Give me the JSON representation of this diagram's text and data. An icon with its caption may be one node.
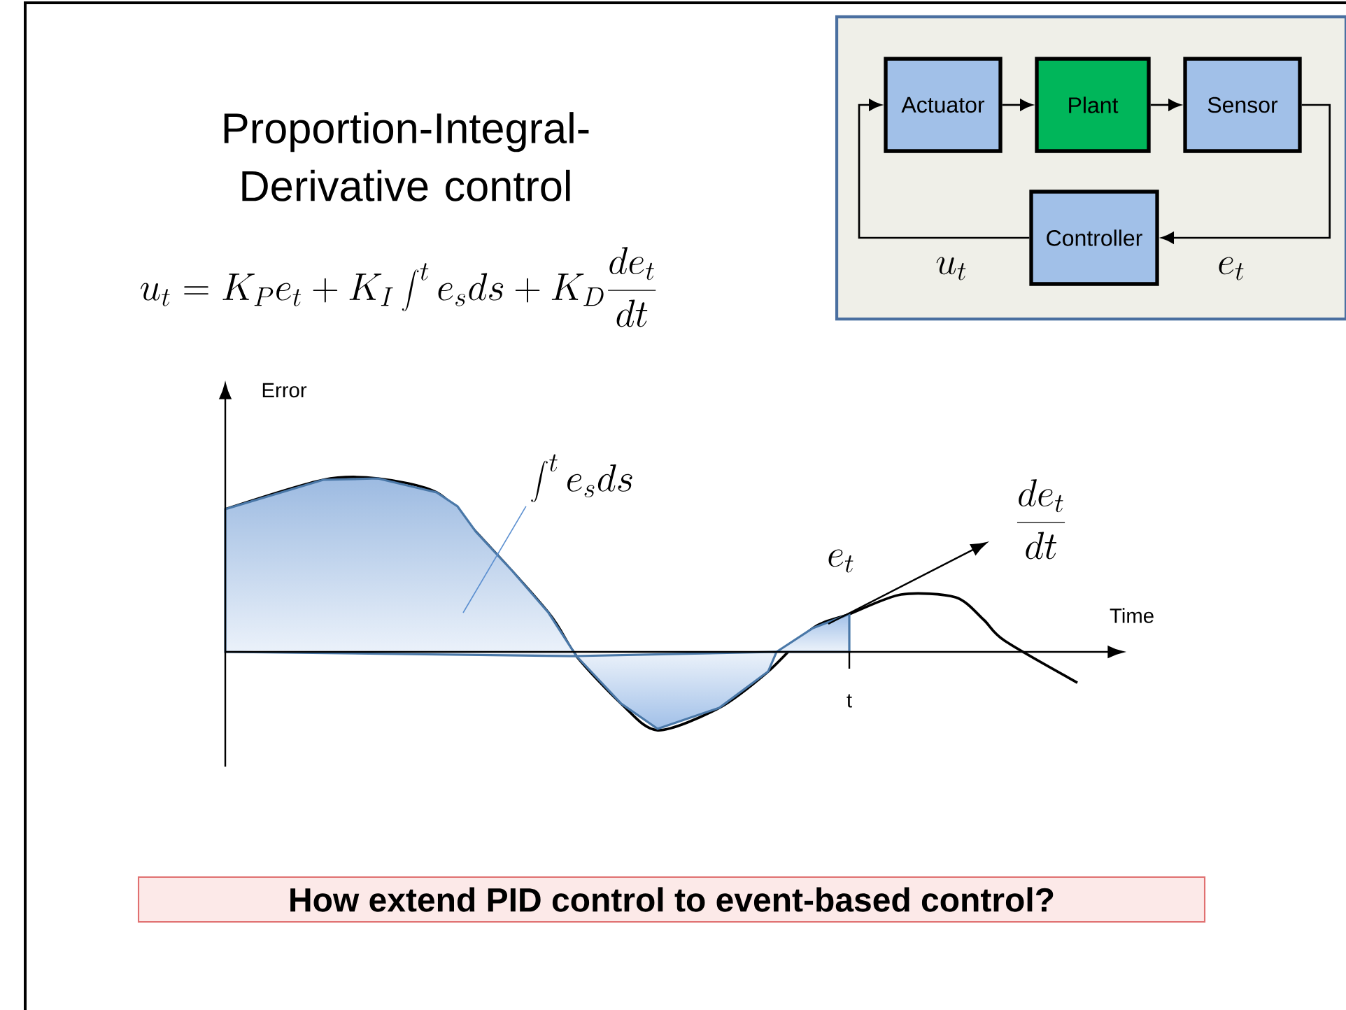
{
  "diagram": {
    "title": "Proportion-Integral-Derivative control",
    "nodes": [
      {
        "text": [],
        "shape": "box"
      },
      {
        "text": [
          "Actuator"
        ],
        "in": 0
      },
      {
        "text": [
          "Plant"
        ],
        "in": 0
      },
      {
        "text": [
          "Sensor"
        ],
        "in": 0
      },
      {
        "text": [
          "Controller"
        ],
        "in": 0
      },
      {
        "text": [
          "\\int^t e_s ds"
        ]
      },
      {
        "text": [
          "How extend PID control to event-based control?"
        ]
      }
    ],
    "edges": [
      {
        "from": 1,
        "to": 2,
        "arrow": "to"
      },
      {
        "from": 2,
        "to": 3,
        "arrow": "to"
      },
      {
        "from": 3,
        "to": 4,
        "arrow": "to",
        "label": "e_t"
      },
      {
        "from": 4,
        "to": 1,
        "arrow": "to",
        "label": "u_t"
      },
      {
        "from": 5,
        "to": null,
        "arrow": "none",
        "color": "#5b8fd0"
      }
    ],
    "labels": [
      "u_t = K_P e_t + K_I \\int^t e_s ds + K_D \\frac{de_t}{dt}",
      "Error",
      "Time",
      "t",
      "e_t",
      "\\frac{de_t}{dt}"
    ]
  }
}
